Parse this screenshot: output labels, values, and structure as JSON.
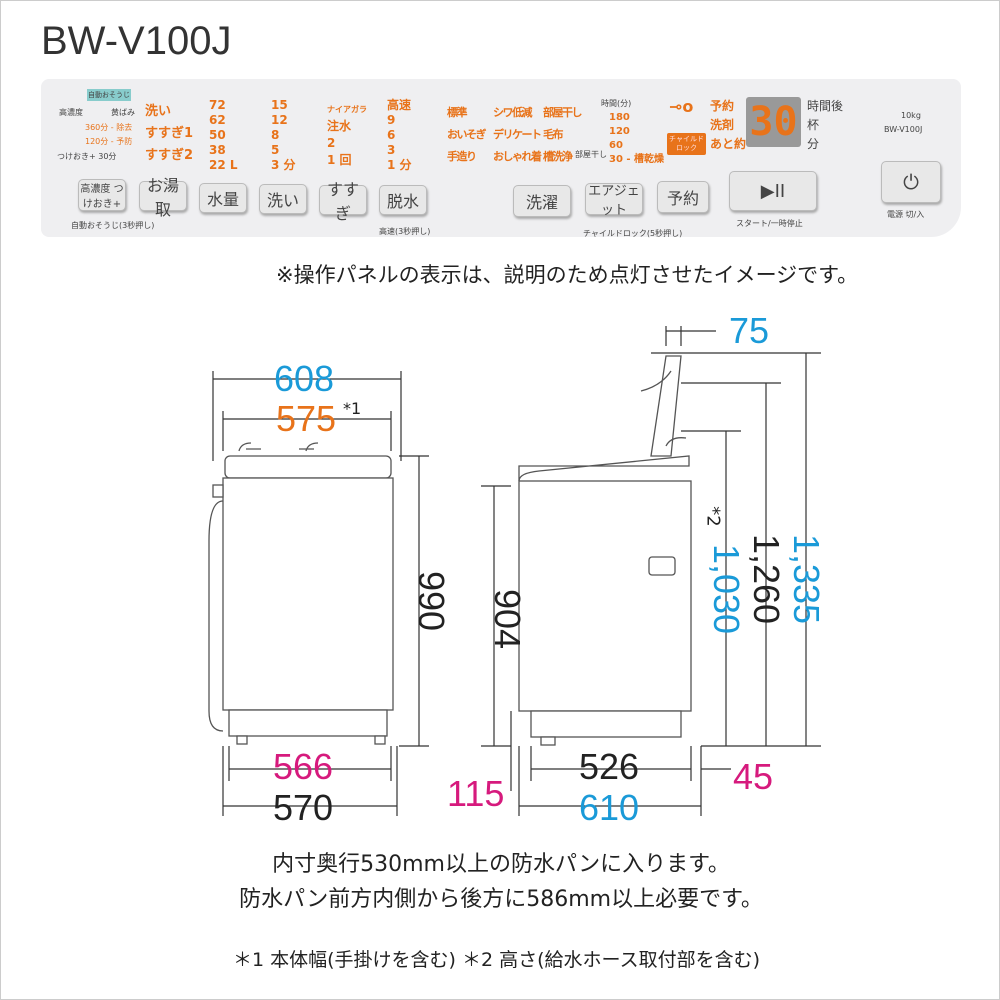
{
  "title": "BW-V100J",
  "panel": {
    "auto_clean_badge": "自動おそうじ",
    "left_labels": [
      "高濃度",
      "黄ばみ",
      "360分 - 除去",
      "120分 - 予防",
      "つけおき+ 30分"
    ],
    "course_col1": [
      "洗い",
      "すすぎ1",
      "すすぎ2"
    ],
    "water_levels": [
      "72",
      "62",
      "50",
      "38",
      "22 L"
    ],
    "wash_times": [
      "15",
      "12",
      "8",
      "5",
      "3 分"
    ],
    "rinse": [
      "ナイアガラ",
      "注水",
      "2",
      "1 回"
    ],
    "spin": [
      "高速",
      "9",
      "6",
      "3",
      "1 分"
    ],
    "courses": [
      "標準",
      "シワ低減",
      "部屋干し",
      "おいそぎ",
      "デリケート",
      "毛布",
      "手造り",
      "おしゃれ着",
      "槽洗浄"
    ],
    "dry_times": [
      "時間(分)",
      "180",
      "120",
      "60",
      "30 - 槽乾燥"
    ],
    "dry_label": "部屋干し",
    "key_icon": "key-icon",
    "child_lock_badge": "チャイルドロック",
    "display_labels_left": [
      "予約",
      "洗剤",
      "あと約"
    ],
    "display_value": "30",
    "display_labels_right": [
      "時間後",
      "杯",
      "分"
    ],
    "model_capacity": "10kg",
    "model_name": "BW-V100J",
    "buttons": [
      "高濃度 つけおき+",
      "お湯取",
      "水量",
      "洗い",
      "すすぎ",
      "脱水",
      "洗濯",
      "エアジェット",
      "予約",
      "▶II",
      "⏻"
    ],
    "sub_labels": [
      "自動おそうじ(3秒押し)",
      "高速(3秒押し)",
      "チャイルドロック(5秒押し)",
      "スタート/一時停止",
      "電源 切/入"
    ]
  },
  "note": "※操作パネルの表示は、説明のため点灯させたイメージです。",
  "dimensions": {
    "width_total": "608",
    "width_body": "575",
    "width_mark": "*1",
    "height_body": "990",
    "height_side": "904",
    "foot_inner": "566",
    "foot_outer": "570",
    "front_offset": "115",
    "depth_inner": "526",
    "depth_total": "610",
    "back_offset": "45",
    "lid_offset": "75",
    "height_hose": "1,030",
    "hose_mark": "*2",
    "height_lid_open": "1,260",
    "height_total": "1,335"
  },
  "requirements": [
    "内寸奥行530mm以上の防水パンに入ります。",
    "防水パン前方内側から後方に586mm以上必要です。"
  ],
  "footnote": "＊1 本体幅(手掛けを含む) ＊2 高さ(給水ホース取付部を含む)",
  "colors": {
    "blue": "#1a9ad8",
    "orange": "#e8731a",
    "magenta": "#d61a7d"
  }
}
